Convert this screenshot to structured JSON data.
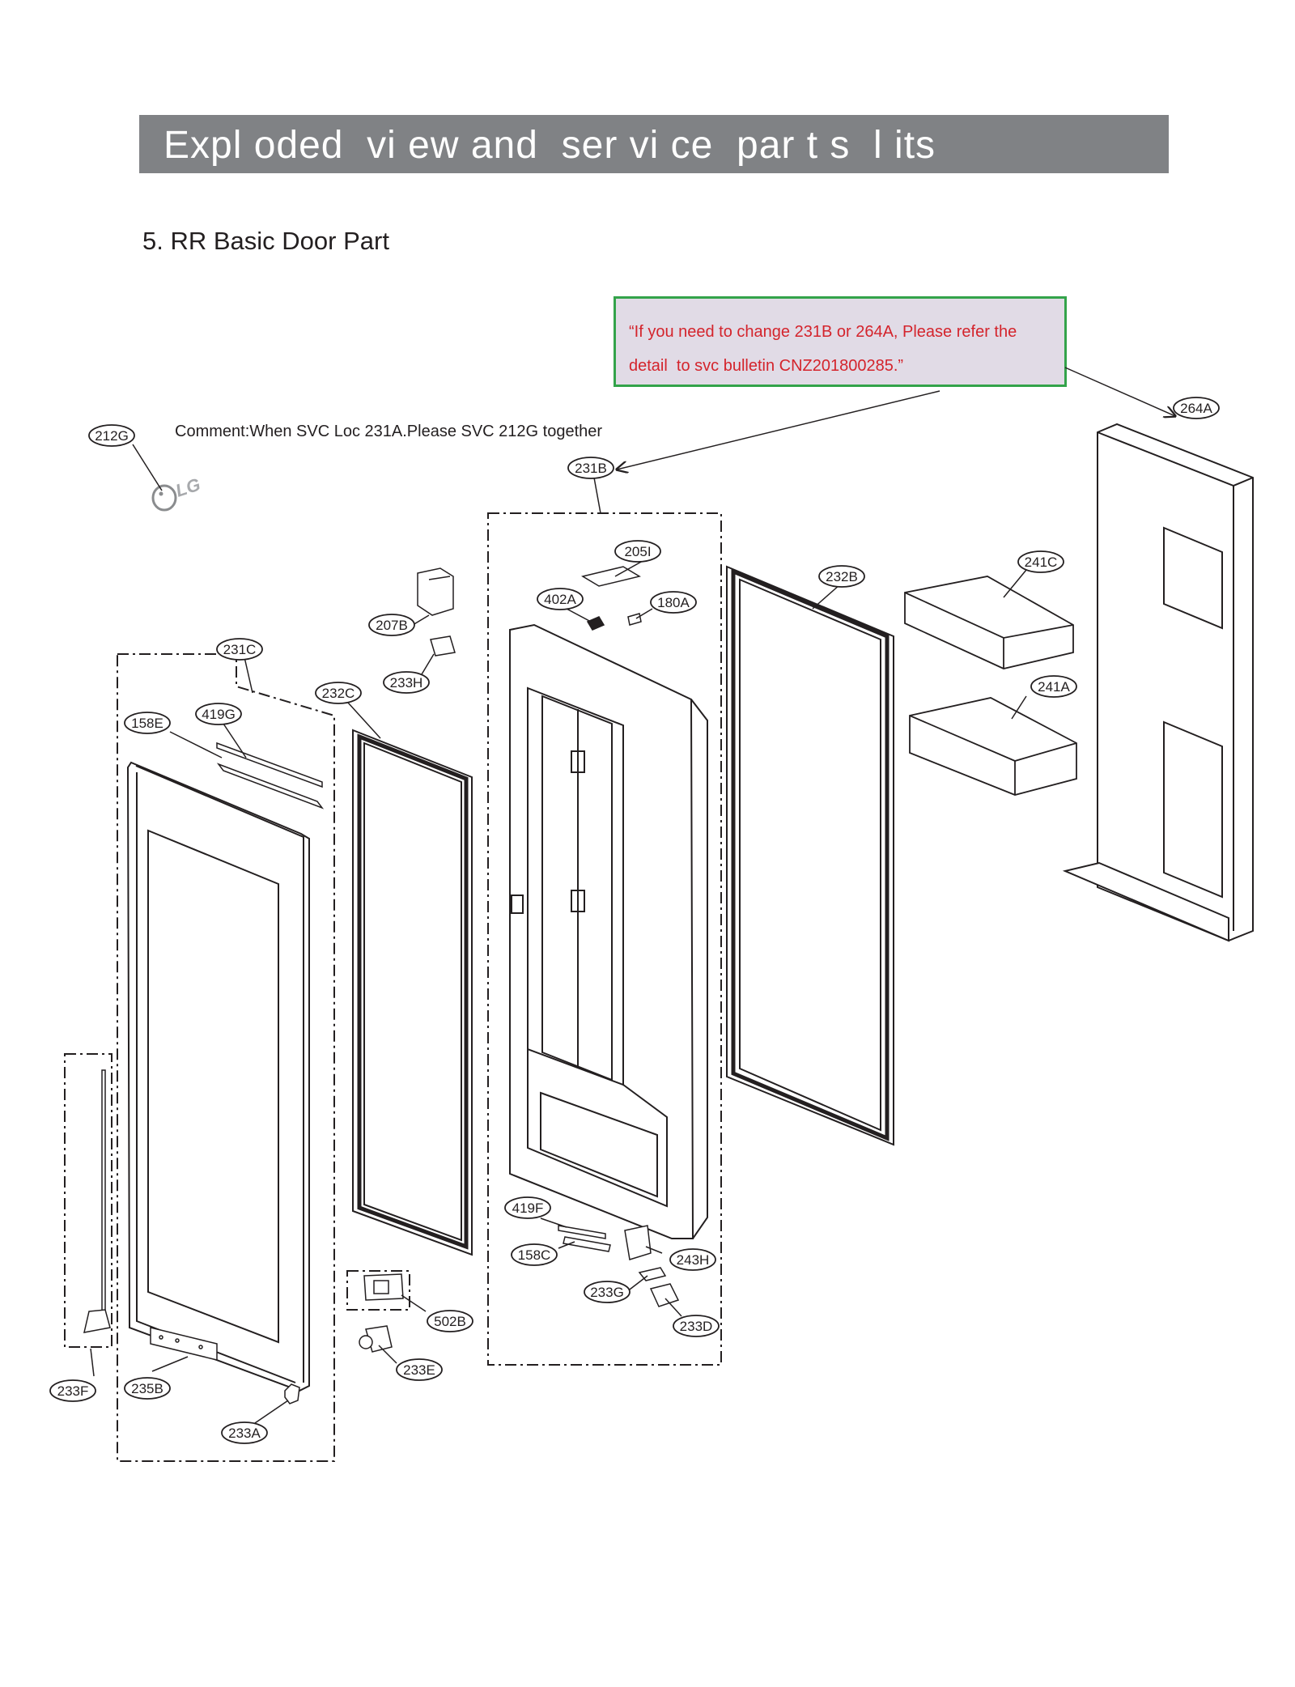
{
  "header": {
    "title": "Expl oded  vi ew and  ser vi ce  par t s  l its"
  },
  "section": {
    "title": "5. RR Basic Door Part"
  },
  "comment": "Comment:When SVC Loc 231A.Please SVC 212G together",
  "bulletin": {
    "line1": "“If you need to change 231B or 264A, Please refer the",
    "line2": "detail  to svc bulletin CNZ201800285.”"
  },
  "logo_text": "LG",
  "callouts": [
    {
      "id": "212G",
      "label": "212G"
    },
    {
      "id": "231B",
      "label": "231B"
    },
    {
      "id": "264A",
      "label": "264A"
    },
    {
      "id": "205I",
      "label": "205I"
    },
    {
      "id": "402A",
      "label": "402A"
    },
    {
      "id": "180A",
      "label": "180A"
    },
    {
      "id": "232B",
      "label": "232B"
    },
    {
      "id": "241C",
      "label": "241C"
    },
    {
      "id": "241A",
      "label": "241A"
    },
    {
      "id": "207B",
      "label": "207B"
    },
    {
      "id": "233H",
      "label": "233H"
    },
    {
      "id": "231C",
      "label": "231C"
    },
    {
      "id": "232C",
      "label": "232C"
    },
    {
      "id": "158E",
      "label": "158E"
    },
    {
      "id": "419G",
      "label": "419G"
    },
    {
      "id": "419F",
      "label": "419F"
    },
    {
      "id": "158C",
      "label": "158C"
    },
    {
      "id": "243H",
      "label": "243H"
    },
    {
      "id": "233G",
      "label": "233G"
    },
    {
      "id": "233D",
      "label": "233D"
    },
    {
      "id": "502B",
      "label": "502B"
    },
    {
      "id": "233E",
      "label": "233E"
    },
    {
      "id": "233F",
      "label": "233F"
    },
    {
      "id": "235B",
      "label": "235B"
    },
    {
      "id": "233A",
      "label": "233A"
    }
  ]
}
